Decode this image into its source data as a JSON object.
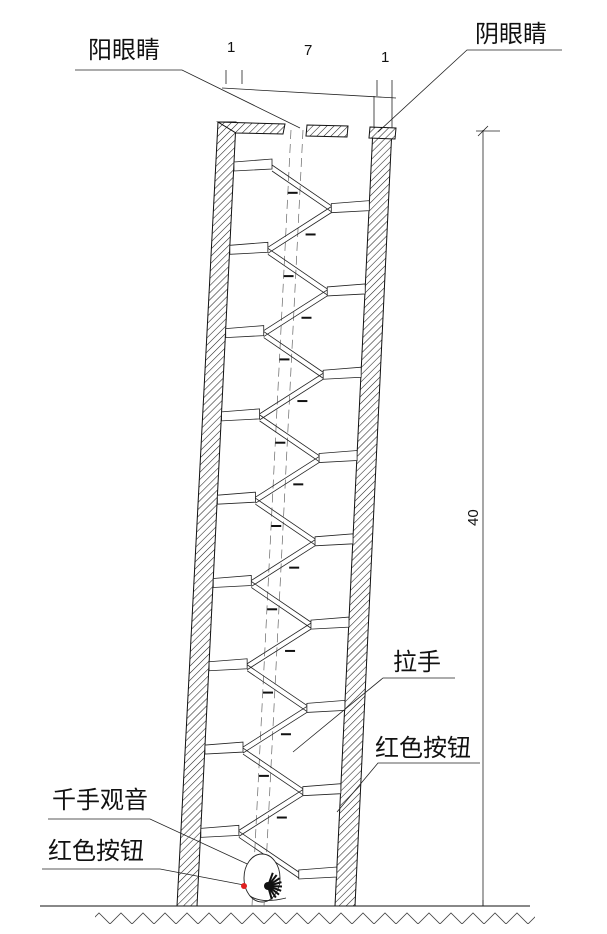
{
  "labels": {
    "yang_eye": "阳眼睛",
    "yin_eye": "阴眼睛",
    "handle": "拉手",
    "red_button_right": "红色按钮",
    "guanyin": "千手观音",
    "red_button_left": "红色按钮"
  },
  "dimensions": {
    "top_left": "1",
    "top_middle": "7",
    "top_right": "1",
    "height": "40"
  },
  "colors": {
    "line": "#111111",
    "red_button": "#e02020",
    "background": "#ffffff"
  },
  "stair_levels": 18
}
